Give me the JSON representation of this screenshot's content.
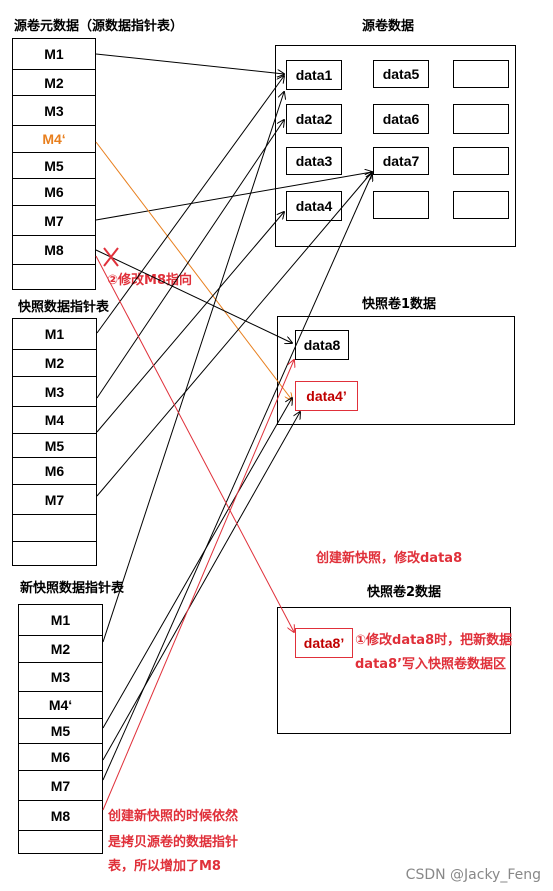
{
  "source_meta": {
    "title": "源卷元数据（源数据指针表）",
    "rows": [
      "M1",
      "M2",
      "M3",
      "M4‘",
      "M5",
      "M6",
      "M7",
      "M8",
      ""
    ]
  },
  "source_volume": {
    "title": "源卷数据",
    "cells": [
      "data1",
      "data5",
      "",
      "data2",
      "data6",
      "",
      "data3",
      "data7",
      "",
      "data4",
      "",
      ""
    ]
  },
  "snapshot_ptr": {
    "title": "快照数据指针表",
    "rows": [
      "M1",
      "M2",
      "M3",
      "M4",
      "M5",
      "M6",
      "M7",
      "",
      ""
    ]
  },
  "snapshot1_volume": {
    "title": "快照卷1数据",
    "cells": [
      "data8",
      "data4’"
    ]
  },
  "new_snapshot_ptr": {
    "title": "新快照数据指针表",
    "rows": [
      "M1",
      "M2",
      "M3",
      "M4‘",
      "M5",
      "M6",
      "M7",
      "M8",
      ""
    ]
  },
  "snapshot2_volume": {
    "title": "快照卷2数据",
    "cells": [
      "data8’"
    ]
  },
  "notes": {
    "modify_m8": "②修改M8指向",
    "create_snapshot": "创建新快照，修改data8",
    "modify_data8_line1": "①修改data8时，把新数据",
    "modify_data8_line2": "data8’写入快照卷数据区",
    "copy_line1": "创建新快照的时候依然",
    "copy_line2": "是拷贝源卷的数据指针",
    "copy_line3": "表，所以增加了M8"
  },
  "watermark": "CSDN @Jacky_Feng",
  "colors": {
    "black": "#000000",
    "red": "#e0303a",
    "orange": "#e87f1e"
  }
}
